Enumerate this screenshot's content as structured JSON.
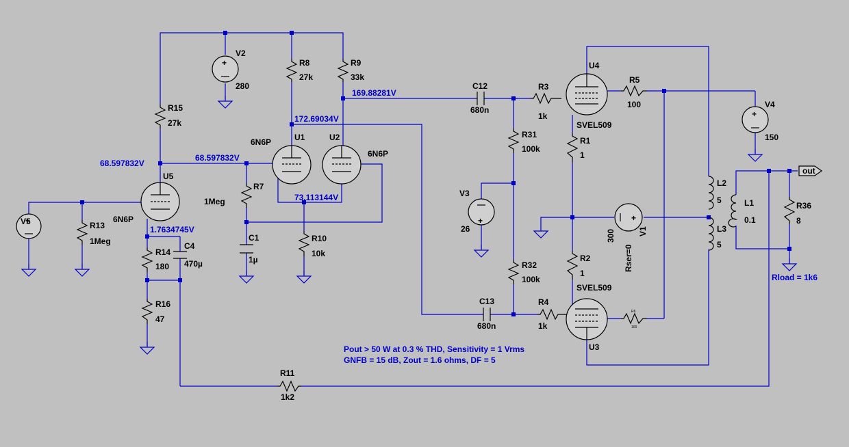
{
  "components": {
    "V2": {
      "ref": "V2",
      "value": "280"
    },
    "V3": {
      "ref": "V3",
      "value": "26"
    },
    "V4": {
      "ref": "V4",
      "value": "150"
    },
    "V5": {
      "ref": "V5"
    },
    "V1": {
      "ref": "V1",
      "value": "300",
      "param": "Rser=0"
    },
    "R8": {
      "ref": "R8",
      "value": "27k"
    },
    "R9": {
      "ref": "R9",
      "value": "33k"
    },
    "R15": {
      "ref": "R15",
      "value": "27k"
    },
    "R13": {
      "ref": "R13",
      "value": "1Meg"
    },
    "R7": {
      "ref": "R7",
      "value": "1Meg"
    },
    "R10": {
      "ref": "R10",
      "value": "10k"
    },
    "R14": {
      "ref": "R14",
      "value": "180"
    },
    "R16": {
      "ref": "R16",
      "value": "47"
    },
    "R31": {
      "ref": "R31",
      "value": "100k"
    },
    "R32": {
      "ref": "R32",
      "value": "100k"
    },
    "R3": {
      "ref": "R3",
      "value": "1k"
    },
    "R4": {
      "ref": "R4",
      "value": "1k"
    },
    "R5": {
      "ref": "R5",
      "value": "100"
    },
    "R6": {
      "ref": "R6",
      "value": "100"
    },
    "R1": {
      "ref": "R1",
      "value": "1"
    },
    "R2": {
      "ref": "R2",
      "value": "1"
    },
    "R11": {
      "ref": "R11",
      "value": "1k2"
    },
    "R36": {
      "ref": "R36",
      "value": "8"
    },
    "C1": {
      "ref": "C1",
      "value": "1µ"
    },
    "C4": {
      "ref": "C4",
      "value": "470µ"
    },
    "C12": {
      "ref": "C12",
      "value": "680n"
    },
    "C13": {
      "ref": "C13",
      "value": "680n"
    },
    "L1": {
      "ref": "L1",
      "value": "0.1"
    },
    "L2": {
      "ref": "L2",
      "value": "5"
    },
    "L3": {
      "ref": "L3",
      "value": "5"
    },
    "U1": {
      "ref": "U1",
      "value": "6N6P"
    },
    "U2": {
      "ref": "U2",
      "value": "6N6P"
    },
    "U3": {
      "ref": "U3",
      "value": "SVEL509"
    },
    "U4": {
      "ref": "U4",
      "value": "SVEL509"
    },
    "U5": {
      "ref": "U5",
      "value": "6N6P"
    }
  },
  "node_voltages": {
    "n1": "68.597832V",
    "n2": "68.597832V",
    "n3": "172.69034V",
    "n4": "169.88281V",
    "n5": "73.113144V",
    "n6": "1.7634745V"
  },
  "labels": {
    "out": "out",
    "rload": "Rload = 1k6"
  },
  "notes": {
    "line1": "Pout > 50 W at 0.3 % THD, Sensitivity = 1 Vrms",
    "line2": "GNFB = 15 dB, Zout = 1.6 ohms, DF = 5"
  }
}
